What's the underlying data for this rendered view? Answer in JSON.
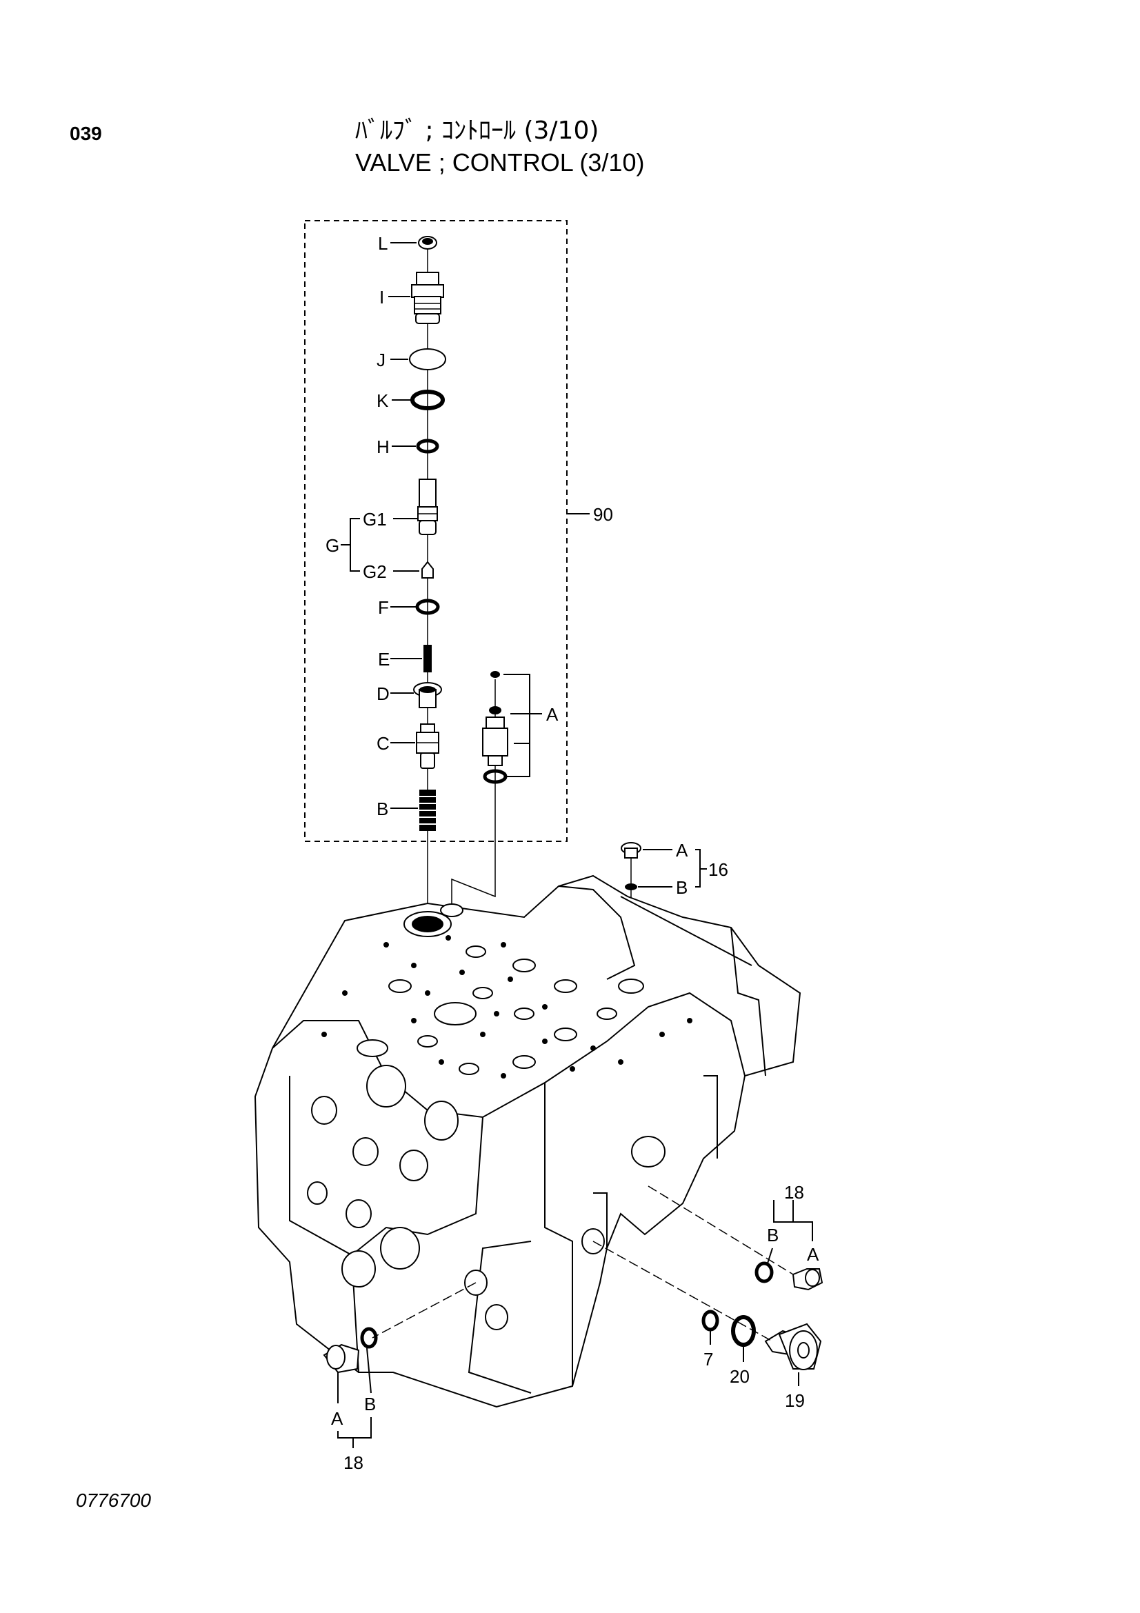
{
  "header": {
    "page_number": "039",
    "title_jp": "ﾊﾞﾙﾌﾞ ; ｺﾝﾄﾛｰﾙ (3/10)",
    "title_en": "VALVE ; CONTROL (3/10)"
  },
  "footer": {
    "drawing_code": "0776700"
  },
  "callouts": {
    "L": "L",
    "I": "I",
    "J": "J",
    "K": "K",
    "H": "H",
    "G1": "G1",
    "G": "G",
    "G2": "G2",
    "F": "F",
    "E": "E",
    "D": "D",
    "C": "C",
    "B": "B",
    "A": "A",
    "p90": "90",
    "top_A": "A",
    "top_B": "B",
    "p16": "16",
    "r_18": "18",
    "r_B": "B",
    "r_A": "A",
    "p7": "7",
    "p20": "20",
    "p19": "19",
    "l_A": "A",
    "l_B": "B",
    "l_18": "18"
  }
}
